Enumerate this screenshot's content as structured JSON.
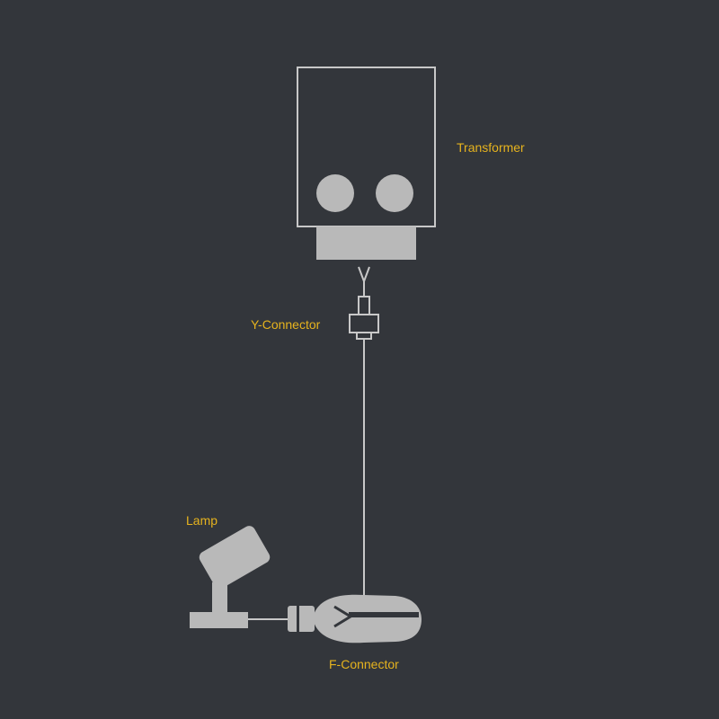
{
  "labels": {
    "transformer": "Transformer",
    "y_connector": "Y-Connector",
    "lamp": "Lamp",
    "f_connector": "F-Connector"
  },
  "colors": {
    "background": "#33363b",
    "component_fill": "#b9b9b9",
    "component_stroke": "#c8c8c8",
    "label": "#e6b31e"
  }
}
